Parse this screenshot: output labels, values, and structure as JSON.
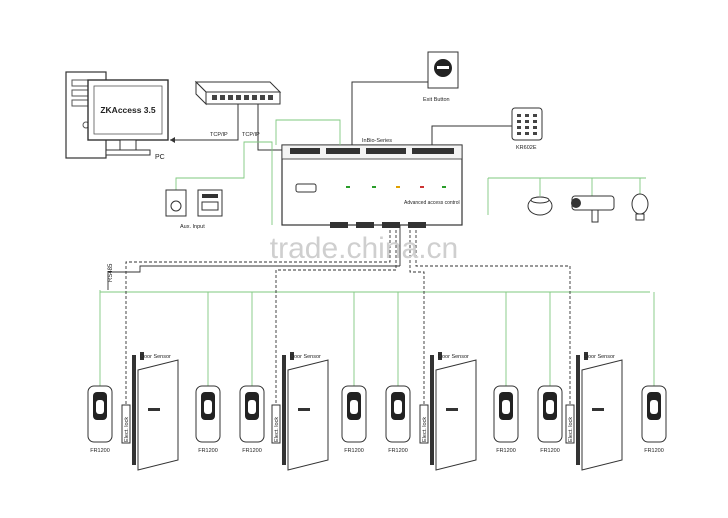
{
  "pc": {
    "software": "ZKAccess 3.5",
    "label": "PC"
  },
  "network": {
    "link1": "TCP/IP",
    "link2": "TCP/IP"
  },
  "controller": {
    "series": "InBio-Series",
    "panel_text": "Advanced access control"
  },
  "exit_button": {
    "label": "Exit Button"
  },
  "keypad": {
    "label": "KR602E"
  },
  "aux": {
    "label": "Aux. Input"
  },
  "rs485": {
    "label": "RS485"
  },
  "door_group": {
    "sensor_label": "Door Sensor",
    "lock_label": "Elect. lock"
  },
  "readers": [
    "FR1200",
    "FR1200",
    "FR1200",
    "FR1200",
    "FR1200",
    "FR1200",
    "FR1200",
    "FR1200"
  ],
  "watermark": "trade.china.cn",
  "colors": {
    "wire_green": "#7fc97f",
    "line_dark": "#333333",
    "dashed": "#333333"
  }
}
